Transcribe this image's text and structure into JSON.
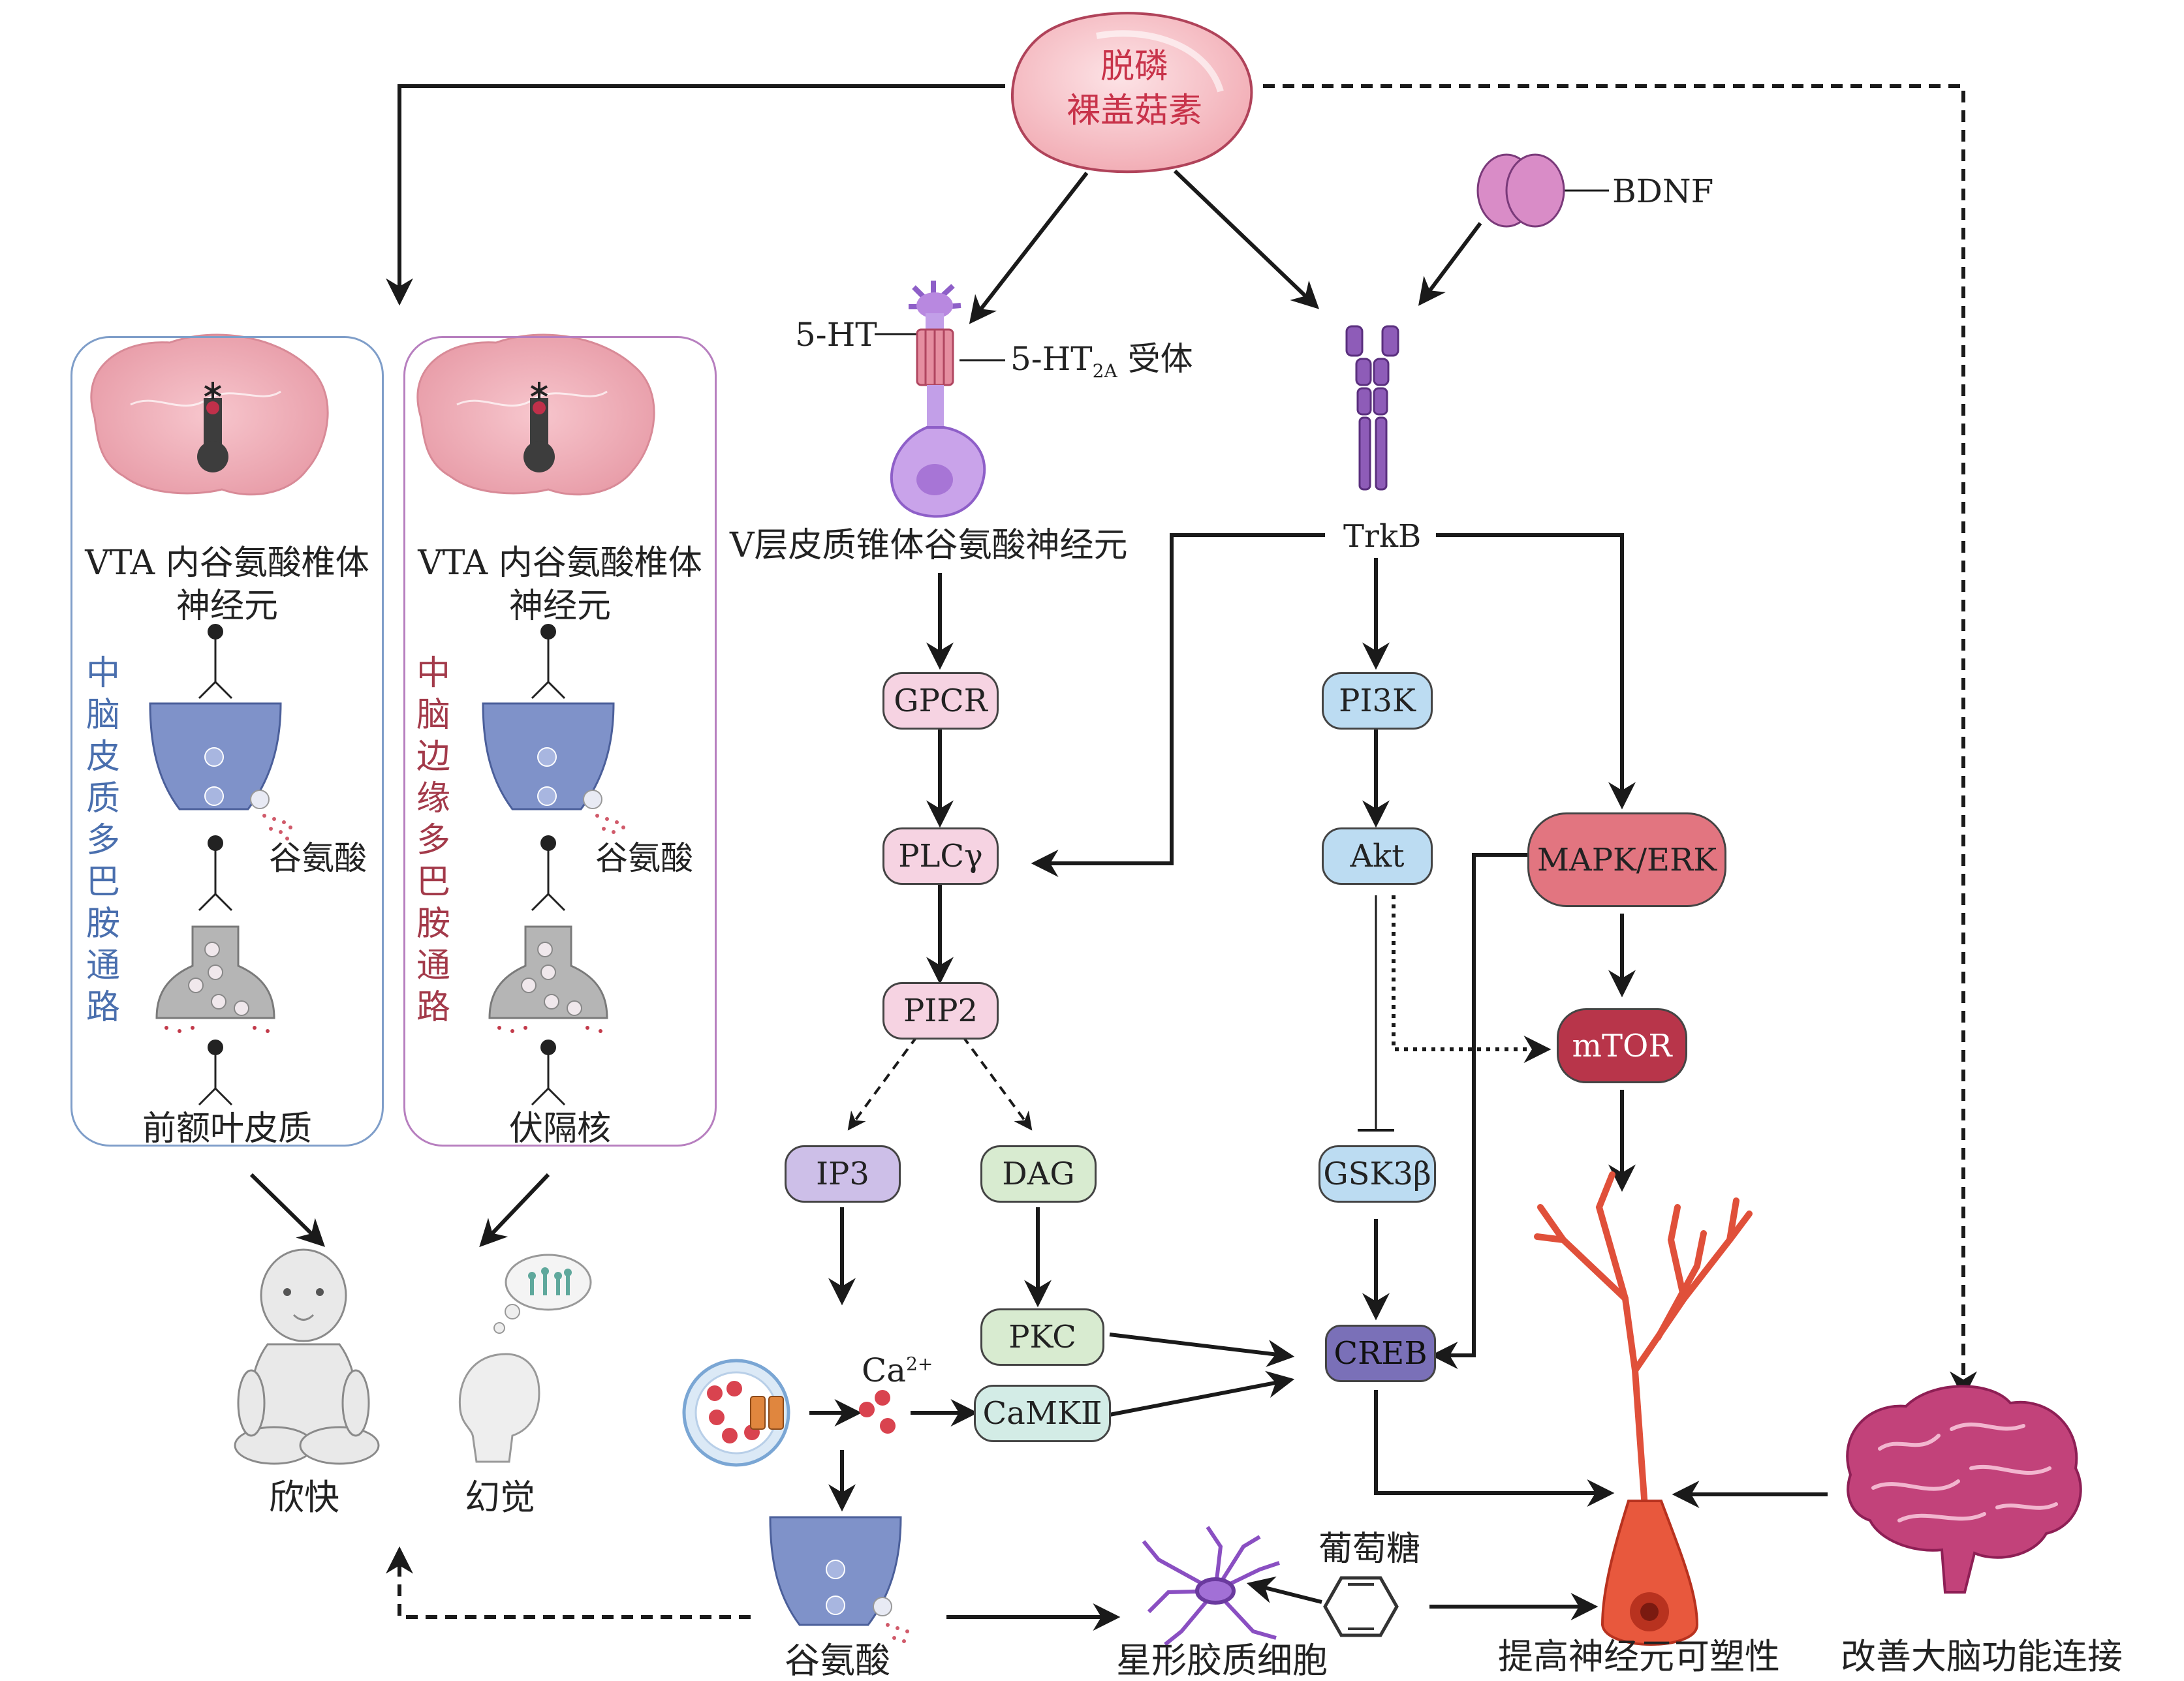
{
  "drug": {
    "line1": "脱磷",
    "line2": "裸盖菇素"
  },
  "bdnf": "BDNF",
  "ht5": "5-HT",
  "receptor": {
    "prefix": "5-HT",
    "sub": "2A",
    "suffix": " 受体"
  },
  "neuron_label": "Ⅴ层皮质锥体谷氨酸神经元",
  "trkb": "TrkB",
  "panels": {
    "left": {
      "vta": [
        "VTA 内谷氨酸椎体",
        "神经元"
      ],
      "pathway": "中脑皮质多巴胺通路",
      "glutamate": "谷氨酸",
      "target": "前额叶皮质"
    },
    "right": {
      "vta": [
        "VTA 内谷氨酸椎体",
        "神经元"
      ],
      "pathway": "中脑边缘多巴胺通路",
      "glutamate": "谷氨酸",
      "target": "伏隔核"
    }
  },
  "nodes": {
    "gpcr": "GPCR",
    "plcg": "PLCγ",
    "pip2": "PIP2",
    "ip3": "IP3",
    "dag": "DAG",
    "pkc": "PKC",
    "camk": "CaMKⅡ",
    "pi3k": "PI3K",
    "akt": "Akt",
    "gsk": "GSK3β",
    "creb": "CREB",
    "mapk": "MAPK/ERK",
    "mtor": "mTOR"
  },
  "ca": {
    "base": "Ca",
    "sup": "2+"
  },
  "outcomes": {
    "euphoria": "欣快",
    "hallucination": "幻觉",
    "glutamate_bottom": "谷氨酸",
    "astrocyte": "星形胶质细胞",
    "glucose": "葡萄糖",
    "plasticity": "提高神经元可塑性",
    "connectivity": "改善大脑功能连接"
  },
  "colors": {
    "left_panel_border": "#7f9ec9",
    "right_panel_border": "#b77fbf",
    "left_pathway_text": "#4a6fae",
    "right_pathway_text": "#a33a4a",
    "drug_text": "#c8334a",
    "pink_node": "#f6d3e2",
    "blue_node": "#bcdcf2",
    "purple_node": "#cdbfe8",
    "green_node": "#d8ebd0",
    "teal_node": "#d3ece6",
    "creb_node": "#7a70b8",
    "mapk_node": "#e27580",
    "mtor_node": "#b8354a"
  }
}
